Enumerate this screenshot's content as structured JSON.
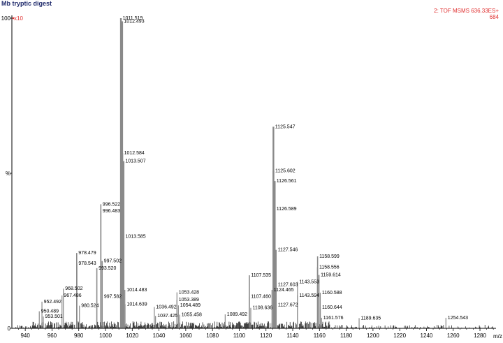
{
  "chart_data": {
    "type": "bar",
    "title": "Mb tryptic digest",
    "experiment_line1": "2: TOF MSMS 636.33ES+",
    "experiment_line2": "684",
    "magnification_label": "x10",
    "xlabel": "m/z",
    "ylabel": "%",
    "xlim": [
      930,
      1292
    ],
    "ylim": [
      0,
      100
    ],
    "x_ticks": [
      940,
      960,
      980,
      1000,
      1020,
      1040,
      1060,
      1080,
      1100,
      1120,
      1140,
      1160,
      1180,
      1200,
      1220,
      1240,
      1260,
      1280
    ],
    "y_ticks": [
      {
        "value": 0,
        "label": "0"
      },
      {
        "value": 50,
        "label": "%"
      },
      {
        "value": 100,
        "label": "100"
      }
    ],
    "peaks": [
      {
        "mz": 950.489,
        "i": 5.5,
        "label": "950.489"
      },
      {
        "mz": 952.492,
        "i": 8.6,
        "label": "952.492"
      },
      {
        "mz": 953.501,
        "i": 3.8,
        "label": "953.501"
      },
      {
        "mz": 967.486,
        "i": 10.6,
        "label": "967.486"
      },
      {
        "mz": 968.502,
        "i": 12.8,
        "label": "968.502"
      },
      {
        "mz": 978.479,
        "i": 24.3,
        "label": "978.479"
      },
      {
        "mz": 978.543,
        "i": 20.9,
        "label": "978.543"
      },
      {
        "mz": 980.524,
        "i": 7.3,
        "label": "980.524"
      },
      {
        "mz": 993.52,
        "i": 19.4,
        "label": "993.520"
      },
      {
        "mz": 996.483,
        "i": 37.8,
        "label": "996.483"
      },
      {
        "mz": 996.522,
        "i": 40.0,
        "label": "996.522"
      },
      {
        "mz": 997.502,
        "i": 21.7,
        "label": "997.502"
      },
      {
        "mz": 997.582,
        "i": 10.3,
        "label": "997.582"
      },
      {
        "mz": 1011.519,
        "i": 100.0,
        "label": "1011.519"
      },
      {
        "mz": 1012.493,
        "i": 99.0,
        "label": "1012.493"
      },
      {
        "mz": 1012.584,
        "i": 56.5,
        "label": "1012.584"
      },
      {
        "mz": 1013.507,
        "i": 53.9,
        "label": "1013.507"
      },
      {
        "mz": 1013.585,
        "i": 29.6,
        "label": "1013.585"
      },
      {
        "mz": 1014.483,
        "i": 12.4,
        "label": "1014.483"
      },
      {
        "mz": 1014.639,
        "i": 7.8,
        "label": "1014.639"
      },
      {
        "mz": 1036.492,
        "i": 6.9,
        "label": "1036.492"
      },
      {
        "mz": 1037.425,
        "i": 4.0,
        "label": "1037.425"
      },
      {
        "mz": 1053.389,
        "i": 9.2,
        "label": "1053.389"
      },
      {
        "mz": 1053.428,
        "i": 11.6,
        "label": "1053.428"
      },
      {
        "mz": 1054.489,
        "i": 7.4,
        "label": "1054.489"
      },
      {
        "mz": 1055.458,
        "i": 4.4,
        "label": "1055.458"
      },
      {
        "mz": 1089.492,
        "i": 4.5,
        "label": "1089.492"
      },
      {
        "mz": 1107.46,
        "i": 10.3,
        "label": "1107.460"
      },
      {
        "mz": 1107.535,
        "i": 17.1,
        "label": "1107.535"
      },
      {
        "mz": 1108.636,
        "i": 6.6,
        "label": "1108.636"
      },
      {
        "mz": 1124.465,
        "i": 12.4,
        "label": "1124.465"
      },
      {
        "mz": 1125.547,
        "i": 65.0,
        "label": "1125.547"
      },
      {
        "mz": 1125.602,
        "i": 50.8,
        "label": "1125.602"
      },
      {
        "mz": 1126.561,
        "i": 47.5,
        "label": "1126.561"
      },
      {
        "mz": 1126.589,
        "i": 38.5,
        "label": "1126.589"
      },
      {
        "mz": 1127.546,
        "i": 25.3,
        "label": "1127.546"
      },
      {
        "mz": 1127.603,
        "i": 14.1,
        "label": "1127.603"
      },
      {
        "mz": 1127.672,
        "i": 7.5,
        "label": "1127.672"
      },
      {
        "mz": 1143.553,
        "i": 15.0,
        "label": "1143.553"
      },
      {
        "mz": 1143.594,
        "i": 10.6,
        "label": "1143.594"
      },
      {
        "mz": 1158.599,
        "i": 23.2,
        "label": "1158.599"
      },
      {
        "mz": 1158.556,
        "i": 19.7,
        "label": "1158.556"
      },
      {
        "mz": 1159.614,
        "i": 17.2,
        "label": "1159.614"
      },
      {
        "mz": 1160.588,
        "i": 11.5,
        "label": "1160.588"
      },
      {
        "mz": 1160.644,
        "i": 6.8,
        "label": "1160.644"
      },
      {
        "mz": 1161.576,
        "i": 3.4,
        "label": "1161.576"
      },
      {
        "mz": 1189.635,
        "i": 3.3,
        "label": "1189.635"
      },
      {
        "mz": 1254.543,
        "i": 3.4,
        "label": "1254.543"
      }
    ],
    "colors": {
      "peaks": "#8a8a8a",
      "axis": "#000000",
      "labels": "#000000",
      "title": "#1f2a6b",
      "experiment": "#e03030"
    }
  }
}
